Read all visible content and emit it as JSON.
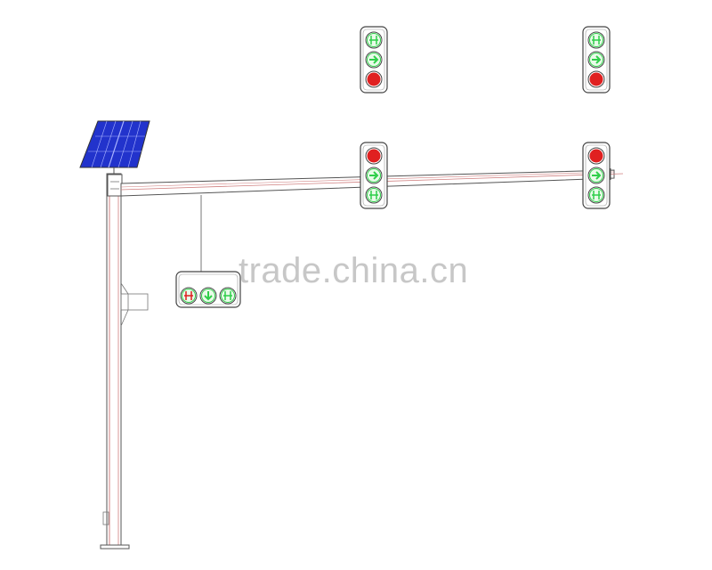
{
  "watermark": {
    "text": "trade.china.cn"
  },
  "colors": {
    "line": "#555555",
    "redline": "#d08080",
    "signal_red": "#e02020",
    "signal_green": "#2fcf4a",
    "solar": "#2233cc",
    "solar_grid": "#aab4ff"
  },
  "signals": [
    {
      "name": "signal-head-top-center",
      "lamps": [
        "pedestrian-green-icon",
        "arrow-right-green-icon",
        "red-circle-icon"
      ]
    },
    {
      "name": "signal-head-top-right",
      "lamps": [
        "pedestrian-green-icon",
        "arrow-right-green-icon",
        "red-circle-icon"
      ]
    },
    {
      "name": "signal-head-arm-center",
      "lamps": [
        "red-circle-icon",
        "arrow-right-green-icon",
        "pedestrian-green-icon"
      ]
    },
    {
      "name": "signal-head-arm-right",
      "lamps": [
        "red-circle-icon",
        "arrow-right-green-icon",
        "pedestrian-green-icon"
      ]
    },
    {
      "name": "signal-head-horizontal",
      "lamps": [
        "pedestrian-red-icon",
        "arrow-down-green-icon",
        "pedestrian-green-icon"
      ]
    }
  ]
}
